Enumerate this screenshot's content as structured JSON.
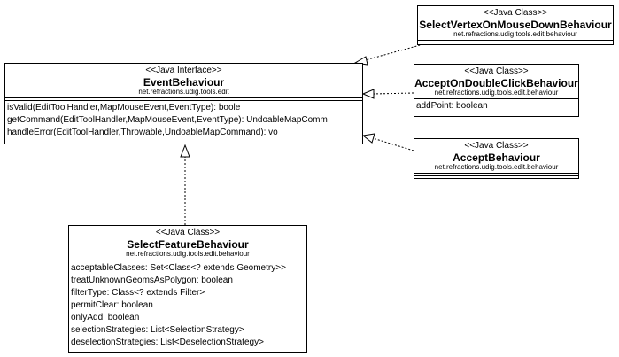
{
  "classes": {
    "event_behaviour": {
      "stereotype": "<<Java Interface>>",
      "name": "EventBehaviour",
      "package": "net.refractions.udig.tools.edit",
      "members": [
        "isValid(EditToolHandler,MapMouseEvent,EventType): boole",
        "getCommand(EditToolHandler,MapMouseEvent,EventType): UndoableMapComm",
        "handleError(EditToolHandler,Throwable,UndoableMapCommand): vo"
      ]
    },
    "select_vertex": {
      "stereotype": "<<Java Class>>",
      "name": "SelectVertexOnMouseDownBehaviour",
      "package": "net.refractions.udig.tools.edit.behaviour"
    },
    "accept_double_click": {
      "stereotype": "<<Java Class>>",
      "name": "AcceptOnDoubleClickBehaviour",
      "package": "net.refractions.udig.tools.edit.behaviour",
      "members": [
        "addPoint: boolean"
      ]
    },
    "accept_behaviour": {
      "stereotype": "<<Java Class>>",
      "name": "AcceptBehaviour",
      "package": "net.refractions.udig.tools.edit.behaviour"
    },
    "select_feature": {
      "stereotype": "<<Java Class>>",
      "name": "SelectFeatureBehaviour",
      "package": "net.refractions.udig.tools.edit.behaviour",
      "members": [
        "acceptableClasses: Set<Class<? extends Geometry>>",
        "treatUnknownGeomsAsPolygon: boolean",
        "filterType: Class<? extends Filter>",
        "permitClear: boolean",
        "onlyAdd: boolean",
        "selectionStrategies: List<SelectionStrategy>",
        "deselectionStrategies: List<DeselectionStrategy>"
      ]
    }
  }
}
